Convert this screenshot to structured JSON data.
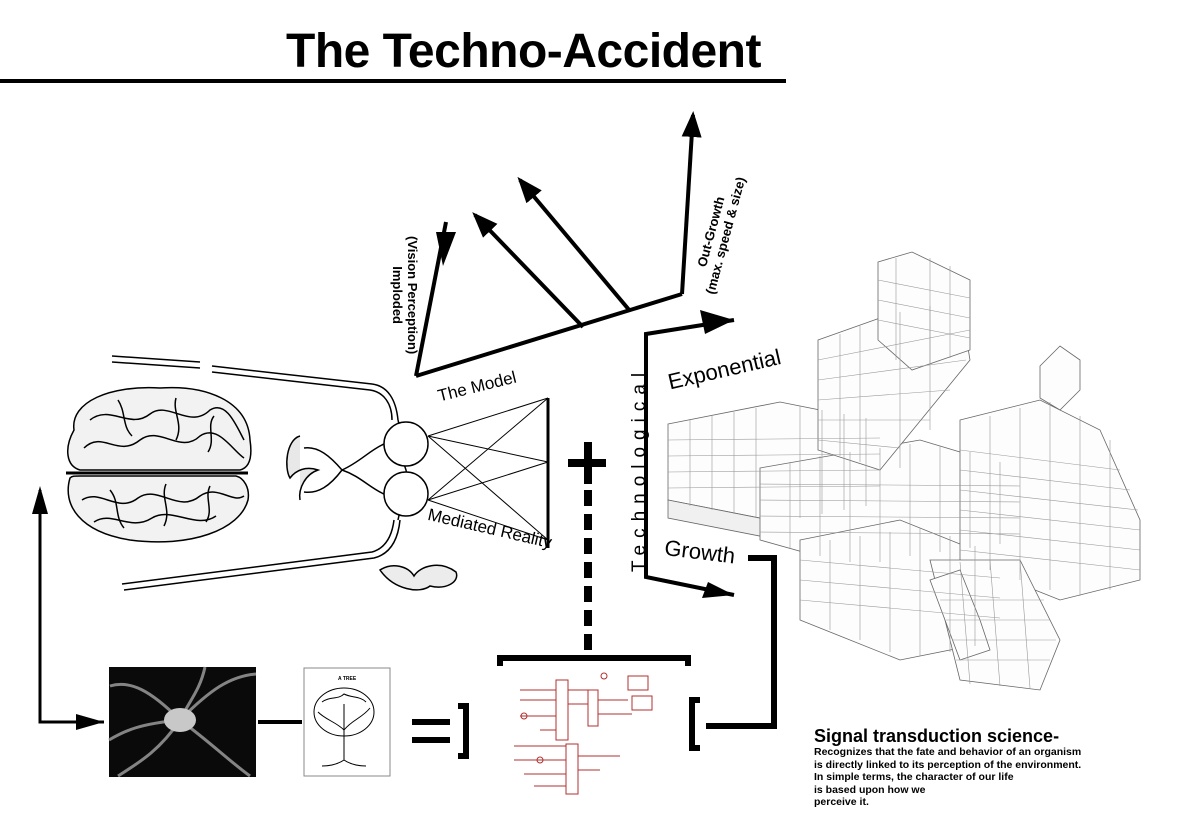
{
  "title": "The Techno-Accident",
  "labels": {
    "the_model": "The Model",
    "mediated_reality": "Mediated Reality",
    "exponential": "Exponential",
    "growth": "Growth",
    "technological": "Technological",
    "vision_line1": "(Vision Perception)",
    "vision_line2": "Imploded",
    "outgrowth_line1": "Out-Growth",
    "outgrowth_line2": "(max. speed & size)",
    "tree_caption": "A TREE"
  },
  "signal": {
    "heading": "Signal transduction science-",
    "lines": [
      "Recognizes that the fate and behavior of an organism",
      "is directly linked to its perception of the environment.",
      "In simple terms, the character of our life",
      "is based upon how we",
      "perceive it."
    ]
  },
  "colors": {
    "ink": "#000000",
    "paper": "#ffffff",
    "neuron_bg": "#0a0a0a",
    "circuit_red": "#b03030"
  }
}
